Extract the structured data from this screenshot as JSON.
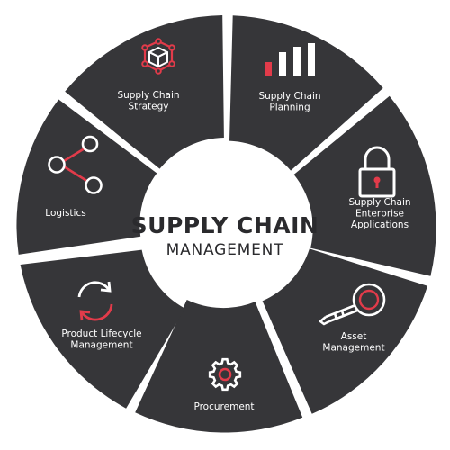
{
  "center": {
    "title_line1": "SUPPLY CHAIN",
    "title_line2": "MANAGEMENT"
  },
  "colors": {
    "segment": "#363639",
    "accent": "#e23b4a",
    "icon": "#ffffff",
    "text_dark": "#2a2a2d"
  },
  "segments": [
    {
      "id": "planning",
      "icon": "bar-chart-icon",
      "lines": [
        "Supply Chain",
        "Planning"
      ]
    },
    {
      "id": "enterprise-applications",
      "icon": "padlock-icon",
      "lines": [
        "Supply Chain",
        "Enterprise",
        "Applications"
      ]
    },
    {
      "id": "asset-management",
      "icon": "key-icon",
      "lines": [
        "Asset",
        "Management"
      ]
    },
    {
      "id": "procurement",
      "icon": "gear-icon",
      "lines": [
        "Procurement"
      ]
    },
    {
      "id": "product-lifecycle-management",
      "icon": "cycle-arrows-icon",
      "lines": [
        "Product Lifecycle",
        "Management"
      ]
    },
    {
      "id": "logistics",
      "icon": "network-nodes-icon",
      "lines": [
        "Logistics"
      ]
    },
    {
      "id": "strategy",
      "icon": "box-network-icon",
      "lines": [
        "Supply Chain",
        "Strategy"
      ]
    }
  ]
}
